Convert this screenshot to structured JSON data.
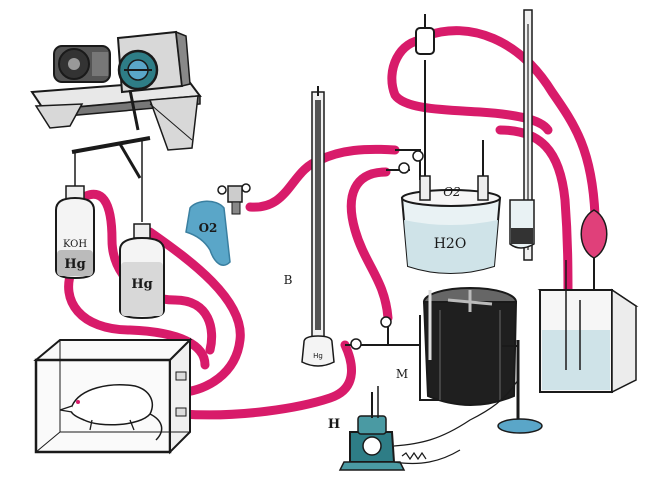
{
  "labels": {
    "koh": "KOH",
    "hg_left": "Hg",
    "hg_middle": "Hg",
    "hg_lower": "Hg",
    "o2_cylinder": "O2",
    "o2_bell": "O2",
    "h2o": "H2O",
    "b": "B",
    "m": "M",
    "h": "H"
  },
  "colors": {
    "tube": "#d81b6a",
    "ink": "#1a1a1a",
    "water": "#cfe3e8",
    "cylinder": "#5aa6c8",
    "motor": "#2e7d86",
    "bulb": "#e0407a"
  }
}
